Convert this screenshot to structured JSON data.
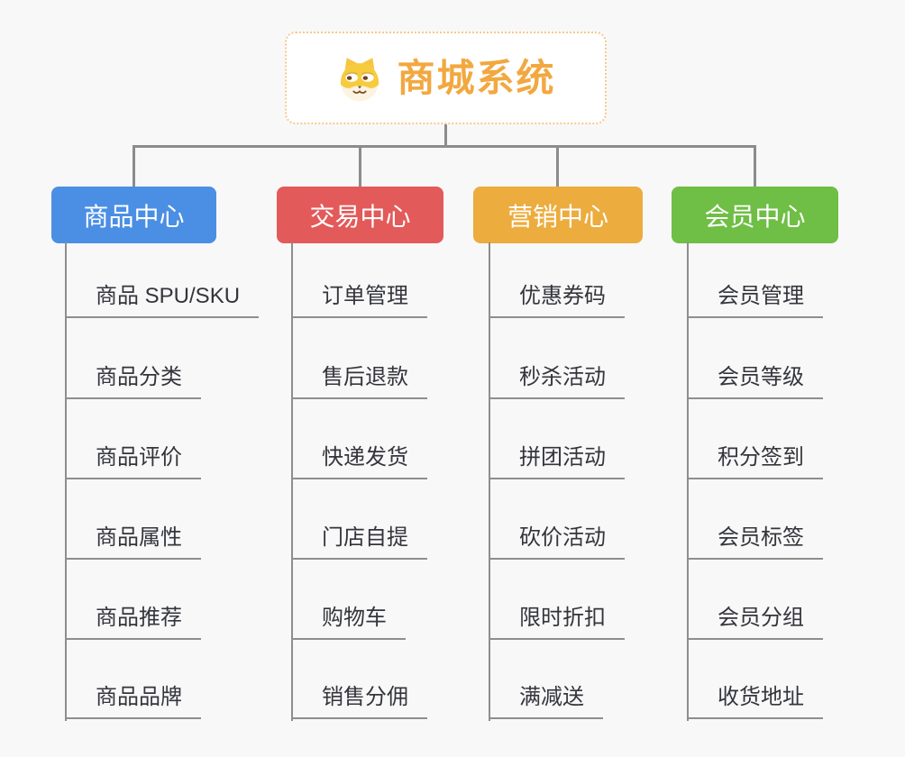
{
  "root": {
    "title": "商城系统",
    "icon": "shiba-dog-icon"
  },
  "colors": {
    "background": "#F8F8F8",
    "root_accent": "#F2A840",
    "root_border": "#F5C988",
    "connector_line": "#8C8C8C",
    "leaf_underline": "#8E8E8E",
    "leaf_text": "#34353B",
    "branch_text": "#FFFFFF"
  },
  "branches": [
    {
      "label": "商品中心",
      "color": "#4A8FE4",
      "items": [
        "商品 SPU/SKU",
        "商品分类",
        "商品评价",
        "商品属性",
        "商品推荐",
        "商品品牌"
      ]
    },
    {
      "label": "交易中心",
      "color": "#E35A5A",
      "items": [
        "订单管理",
        "售后退款",
        "快递发货",
        "门店自提",
        "购物车",
        "销售分佣"
      ]
    },
    {
      "label": "营销中心",
      "color": "#ECAC3E",
      "items": [
        "优惠券码",
        "秒杀活动",
        "拼团活动",
        "砍价活动",
        "限时折扣",
        "满减送"
      ]
    },
    {
      "label": "会员中心",
      "color": "#6FBE45",
      "items": [
        "会员管理",
        "会员等级",
        "积分签到",
        "会员标签",
        "会员分组",
        "收货地址"
      ]
    }
  ]
}
